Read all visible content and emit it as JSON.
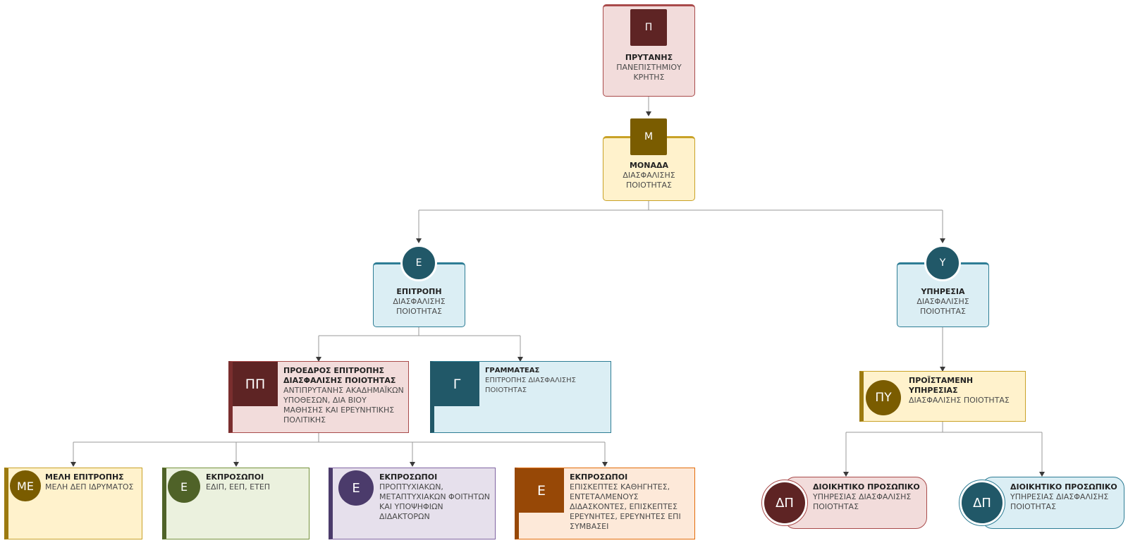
{
  "colors": {
    "maroon": "#5e2424",
    "maroon_bg": "#f2dcdb",
    "maroon_border": "#a94b4b",
    "gold": "#7a5c00",
    "gold_bg": "#fff2cc",
    "gold_border": "#c9a227",
    "teal": "#215868",
    "teal_bg": "#dbeef4",
    "teal_border": "#2e7d95",
    "olive": "#4f6228",
    "olive_bg": "#ebf1de",
    "olive_border": "#76923c",
    "purple": "#4b3b6b",
    "purple_bg": "#e6e0ec",
    "purple_border": "#8064a2",
    "orange": "#974806",
    "orange_bg": "#fde9d9",
    "orange_border": "#e36c09",
    "line": "#9a9a9a"
  },
  "nodes": {
    "rector": {
      "badge": "Π",
      "title": "ΠΡΥΤΑΝΗΣ",
      "subtitle": "ΠΑΝΕΠΙΣΤΗΜΙΟΥ ΚΡΗΤΗΣ"
    },
    "unit": {
      "badge": "Μ",
      "title": "ΜΟΝΑΔΑ",
      "subtitle": "ΔΙΑΣΦΑΛΙΣΗΣ ΠΟΙΟΤΗΤΑΣ"
    },
    "committee": {
      "badge": "Ε",
      "title": "ΕΠΙΤΡΟΠΗ",
      "subtitle": "ΔΙΑΣΦΑΛΙΣΗΣ ΠΟΙΟΤΗΤΑΣ"
    },
    "service": {
      "badge": "Υ",
      "title": "ΥΠΗΡΕΣΙΑ",
      "subtitle": "ΔΙΑΣΦΑΛΙΣΗΣ ΠΟΙΟΤΗΤΑΣ"
    },
    "chair": {
      "badge": "ΠΠ",
      "title": "ΠΡΟΕΔΡΟΣ ΕΠΙΤΡΟΠΗΣ ΔΙΑΣΦΑΛΙΣΗΣ ΠΟΙΟΤΗΤΑΣ",
      "subtitle": "ΑΝΤΙΠΡΥΤΑΝΗΣ ΑΚΑΔΗΜΑΪΚΩΝ ΥΠΟΘΕΣΩΝ, ΔΙΑ ΒΙΟΥ ΜΑΘΗΣΗΣ ΚΑΙ ΕΡΕΥΝΗΤΙΚΗΣ ΠΟΛΙΤΙΚΗΣ"
    },
    "secretary": {
      "badge": "Γ",
      "title": "ΓΡΑΜΜΑΤΕΑΣ",
      "subtitle": "ΕΠΙΤΡΟΠΗΣ ΔΙΑΣΦΑΛΙΣΗΣ ΠΟΙΟΤΗΤΑΣ"
    },
    "head": {
      "badge": "ΠΥ",
      "title": "ΠΡΟΪΣΤΑΜΕΝΗ ΥΠΗΡΕΣΙΑΣ",
      "subtitle": "ΔΙΑΣΦΑΛΙΣΗΣ ΠΟΙΟΤΗΤΑΣ"
    },
    "members": {
      "badge": "ΜΕ",
      "title": "ΜΕΛΗ ΕΠΙΤΡΟΠΗΣ",
      "subtitle": "ΜΕΛΗ ΔΕΠ ΙΔΡΥΜΑΤΟΣ"
    },
    "reps_staff": {
      "badge": "Ε",
      "title": "ΕΚΠΡΟΣΩΠΟΙ",
      "subtitle": "ΕΔΙΠ, ΕΕΠ, ΕΤΕΠ"
    },
    "reps_students": {
      "badge": "Ε",
      "title": "ΕΚΠΡΟΣΩΠΟΙ",
      "subtitle": "ΠΡΟΠΤΥΧΙΑΚΩΝ, ΜΕΤΑΠΤΥΧΙΑΚΩΝ ΦΟΙΤΗΤΩΝ ΚΑΙ ΥΠΟΨΗΦΙΩΝ ΔΙΔΑΚΤΟΡΩΝ"
    },
    "reps_visitors": {
      "badge": "Ε",
      "title": "ΕΚΠΡΟΣΩΠΟΙ",
      "subtitle": "ΕΠΙΣΚΕΠΤΕΣ ΚΑΘΗΓΗΤΕΣ, ΕΝΤΕΤΑΛΜΕΝΟΥΣ ΔΙΔΑΣΚΟΝΤΕΣ, ΕΠΙΣΚΕΠΤΕΣ ΕΡΕΥΝΗΤΕΣ, ΕΡΕΥΝΗΤΕΣ ΕΠΙ ΣΥΜΒΑΣΕΙ"
    },
    "admin_1": {
      "badge": "ΔΠ",
      "title": "ΔΙΟΙΚΗΤΙΚΟ ΠΡΟΣΩΠΙΚΟ",
      "subtitle": "ΥΠΗΡΕΣΙΑΣ ΔΙΑΣΦΑΛΙΣΗΣ ΠΟΙΟΤΗΤΑΣ"
    },
    "admin_2": {
      "badge": "ΔΠ",
      "title": "ΔΙΟΙΚΗΤΙΚΟ ΠΡΟΣΩΠΙΚΟ",
      "subtitle": "ΥΠΗΡΕΣΙΑΣ ΔΙΑΣΦΑΛΙΣΗΣ ΠΟΙΟΤΗΤΑΣ"
    }
  }
}
